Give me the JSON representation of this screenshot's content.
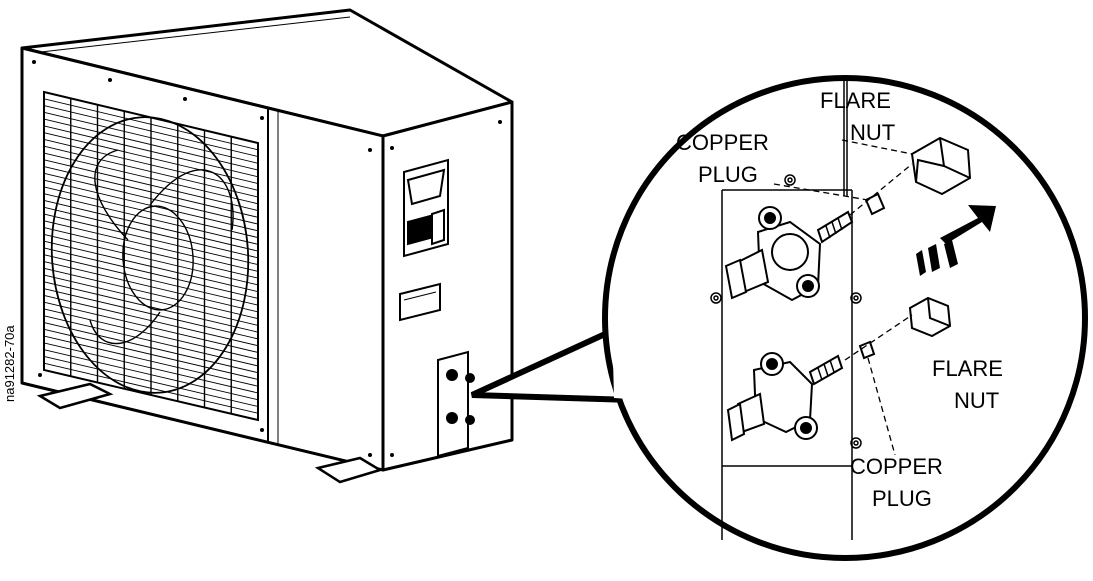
{
  "figure_id": "na91282-70a",
  "labels": {
    "flare_nut_top": [
      "FLARE",
      "NUT"
    ],
    "copper_plug_top": [
      "COPPER",
      "PLUG"
    ],
    "flare_nut_bottom": [
      "FLARE",
      "NUT"
    ],
    "copper_plug_bottom": [
      "COPPER",
      "PLUG"
    ]
  }
}
